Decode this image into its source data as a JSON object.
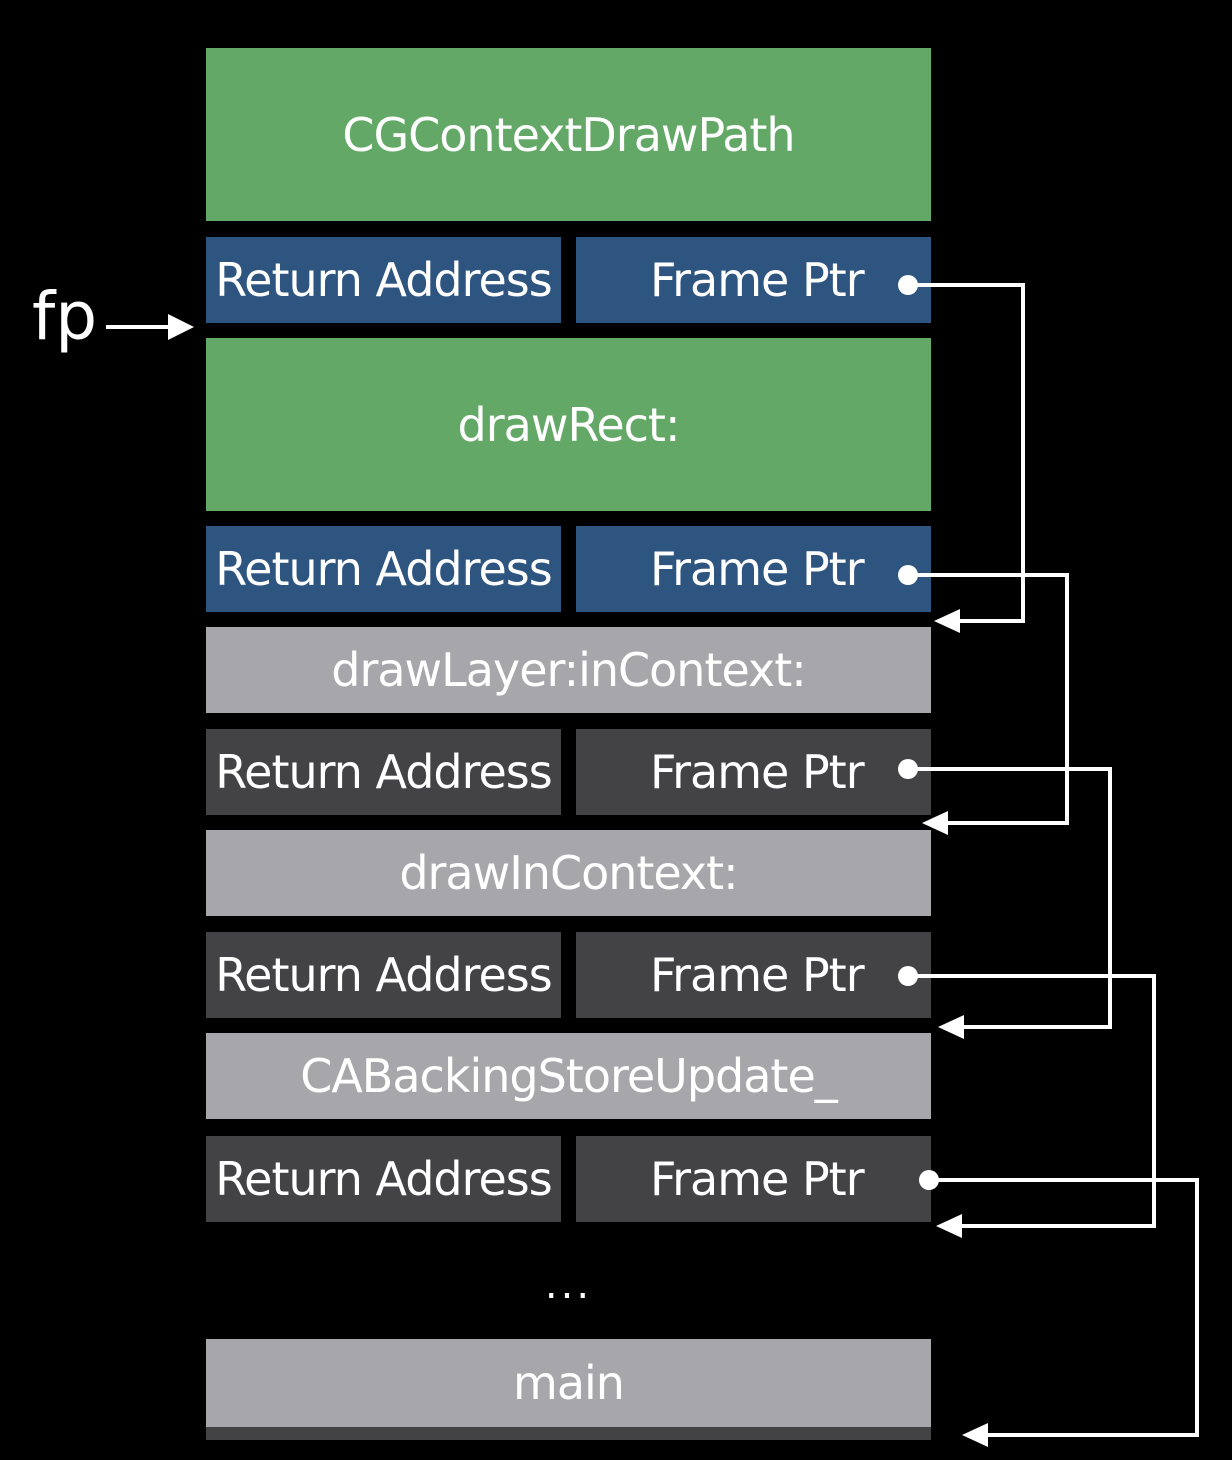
{
  "pointer_label": "fp",
  "frames": [
    {
      "name": "CGContextDrawPath"
    },
    {
      "name": "drawRect:"
    },
    {
      "name": "drawLayer:inContext:"
    },
    {
      "name": "drawInContext:"
    },
    {
      "name": "CABackingStoreUpdate_"
    }
  ],
  "links": [
    {
      "return_address": "Return Address",
      "frame_ptr": "Frame Ptr"
    },
    {
      "return_address": "Return Address",
      "frame_ptr": "Frame Ptr"
    },
    {
      "return_address": "Return Address",
      "frame_ptr": "Frame Ptr"
    },
    {
      "return_address": "Return Address",
      "frame_ptr": "Frame Ptr"
    },
    {
      "return_address": "Return Address",
      "frame_ptr": "Frame Ptr"
    }
  ],
  "ellipsis": "...",
  "bottom_frame": "main",
  "colors": {
    "active_frame": "#63a866",
    "active_link": "#2d5580",
    "frame": "#a7a6ab",
    "link": "#434345",
    "arrow": "#ffffff",
    "background": "#000000"
  }
}
